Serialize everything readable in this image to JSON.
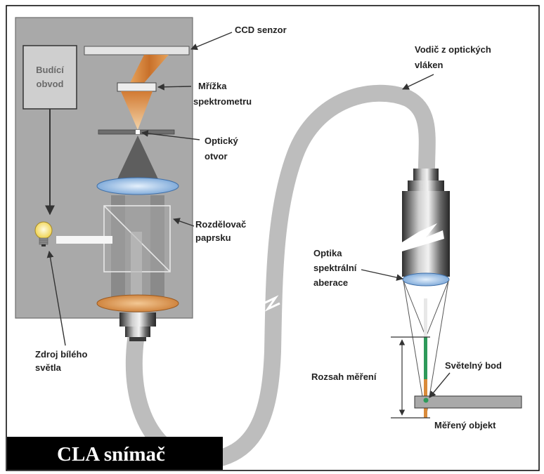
{
  "title": "CLA snímač",
  "labels": {
    "ccd": "CCD senzor",
    "grating_1": "Mřížka",
    "grating_2": "spektrometru",
    "aperture_1": "Optický",
    "aperture_2": "otvor",
    "splitter_1": "Rozdělovač",
    "splitter_2": "paprsku",
    "driver_1": "Budící",
    "driver_2": "obvod",
    "light_1": "Zdroj bílého",
    "light_2": "světla",
    "fiber_1": "Vodič z optických",
    "fiber_2": "vláken",
    "optics_1": "Optika",
    "optics_2": "spektrální",
    "optics_3": "aberace",
    "range": "Rozsah měření",
    "spot": "Světelný bod",
    "object": "Měřený objekt"
  },
  "colors": {
    "housing": "#a9a9a9",
    "fiber": "#bdbdbd",
    "lens_blue": "#a9c9ec",
    "beam_orange": "#d98a3a",
    "measure_green": "#2e9a5a",
    "title_bg": "#000000"
  }
}
